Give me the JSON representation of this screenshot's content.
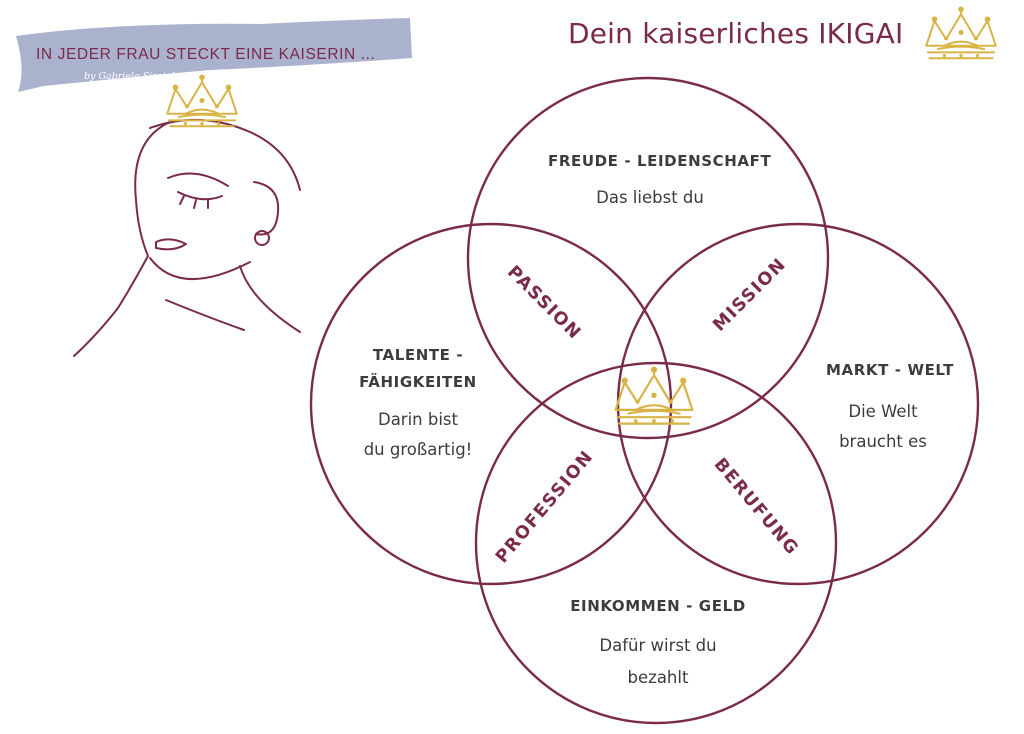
{
  "banner": {
    "title": "IN JEDER FRAU STECKT EINE KAISERIN ...",
    "subtitle": "by Gabriele Sirotek"
  },
  "header": {
    "title": "Dein kaiserliches IKIGAI"
  },
  "colors": {
    "accent": "#7a2a4a",
    "circle_stroke": "#7a2a4a",
    "banner_fill": "#a6aecb",
    "crown_gold": "#d8b446",
    "text": "#3c3c3c"
  },
  "icons": [
    "crown-icon",
    "woman-face-illustration"
  ],
  "circles": {
    "top": {
      "heading": "FREUDE - LEIDENSCHAFT",
      "body": "Das liebst du"
    },
    "left": {
      "heading_line1": "TALENTE -",
      "heading_line2": "FÄHIGKEITEN",
      "body_line1": "Darin bist",
      "body_line2": "du großartig!"
    },
    "right": {
      "heading": "MARKT - WELT",
      "body_line1": "Die Welt",
      "body_line2": "braucht es"
    },
    "bottom": {
      "heading": "EINKOMMEN - GELD",
      "body_line1": "Dafür wirst du",
      "body_line2": "bezahlt"
    }
  },
  "overlaps": {
    "passion": "PASSION",
    "mission": "MISSION",
    "profession": "PROFESSION",
    "berufung": "BERUFUNG"
  }
}
